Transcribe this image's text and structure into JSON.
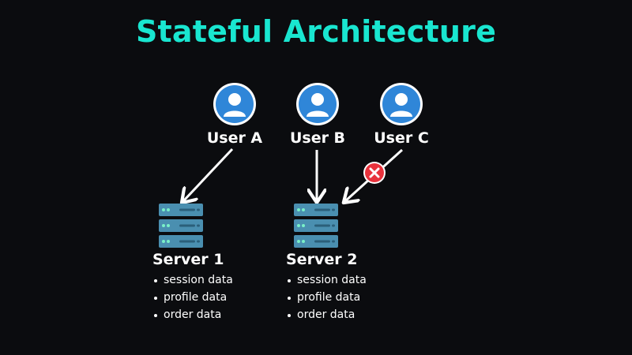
{
  "title": "Stateful Architecture",
  "colors": {
    "title": "#19e6d0",
    "avatar_bg": "#2f86d8",
    "avatar_fg": "#ffffff",
    "server_unit": "#4a8fb0",
    "server_led": "#7af0c8",
    "arrow": "#ffffff",
    "blocked": "#e8323c"
  },
  "users": [
    {
      "label": "User A",
      "icon": "user-avatar-icon"
    },
    {
      "label": "User B",
      "icon": "user-avatar-icon"
    },
    {
      "label": "User C",
      "icon": "user-avatar-icon"
    }
  ],
  "servers": [
    {
      "name": "Server 1",
      "icon": "server-rack-icon",
      "items": [
        "session data",
        "profile data",
        "order data"
      ]
    },
    {
      "name": "Server 2",
      "icon": "server-rack-icon",
      "items": [
        "session data",
        "profile data",
        "order data"
      ]
    }
  ],
  "connections": [
    {
      "from": "User A",
      "to": "Server 1",
      "blocked": false
    },
    {
      "from": "User B",
      "to": "Server 2",
      "blocked": false
    },
    {
      "from": "User C",
      "to": "Server 2",
      "blocked": true,
      "marker": "x-circle-icon"
    }
  ]
}
